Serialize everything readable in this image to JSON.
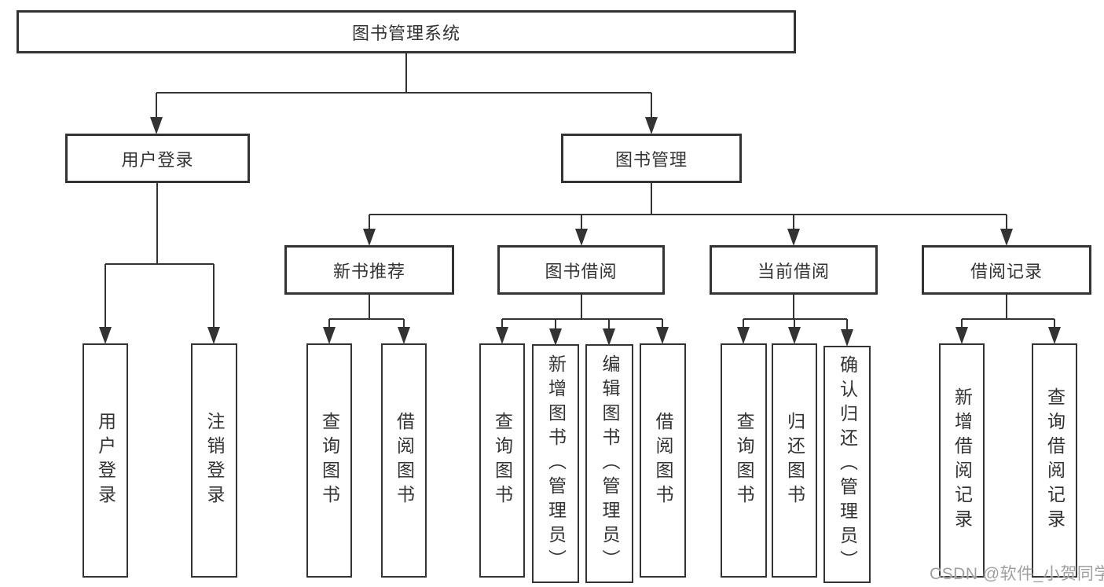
{
  "nodes": {
    "root": "图书管理系统",
    "user_login": "用户登录",
    "book_management": "图书管理",
    "new_book_rec": "新书推荐",
    "book_borrow": "图书借阅",
    "current_borrow": "当前借阅",
    "borrow_records": "借阅记录",
    "leaf_user_login": "用户登录",
    "leaf_logout": "注销登录",
    "leaf_query_books_a": "查询图书",
    "leaf_borrow_books_a": "借阅图书",
    "leaf_query_books_b": "查询图书",
    "leaf_add_books": "新增图书（管理员）",
    "leaf_edit_books": "编辑图书（管理员）",
    "leaf_borrow_books_b": "借阅图书",
    "leaf_query_books_c": "查询图书",
    "leaf_return_books": "归还图书",
    "leaf_confirm_return": "确认归还（管理员）",
    "leaf_add_record": "新增借阅记录",
    "leaf_query_record": "查询借阅记录"
  },
  "hierarchy": {
    "图书管理系统": {
      "用户登录": [
        "用户登录",
        "注销登录"
      ],
      "图书管理": {
        "新书推荐": [
          "查询图书",
          "借阅图书"
        ],
        "图书借阅": [
          "查询图书",
          "新增图书（管理员）",
          "编辑图书（管理员）",
          "借阅图书"
        ],
        "当前借阅": [
          "查询图书",
          "归还图书",
          "确认归还（管理员）"
        ],
        "借阅记录": [
          "新增借阅记录",
          "查询借阅记录"
        ]
      }
    }
  },
  "watermark": "CSDN @软件_小贺同学",
  "colors": {
    "line": "#333333",
    "text": "#333333",
    "background": "#ffffff",
    "watermark": "#a0a0a0"
  }
}
